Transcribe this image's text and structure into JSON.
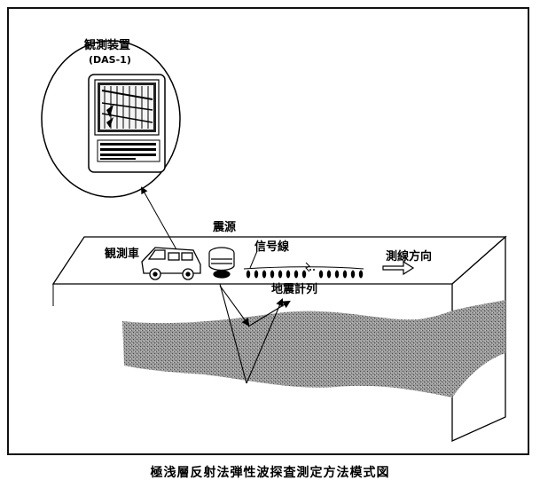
{
  "labels": {
    "device_name": "観測装置",
    "device_model": "(DAS-1)",
    "source": "震源",
    "vehicle": "観測車",
    "signal_line": "信号線",
    "survey_direction": "測線方向",
    "geophone_array": "地震計列"
  },
  "caption": "極浅層反射法弾性波探査測定方法模式図"
}
